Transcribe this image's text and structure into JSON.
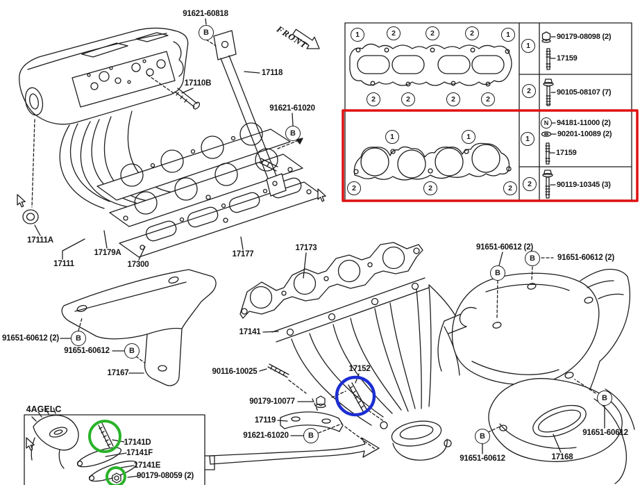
{
  "front_label": "FRONT",
  "box_label": "4AGELC",
  "markers": {
    "b": "B",
    "n": "N"
  },
  "highlights": {
    "red": "#e01111",
    "blue": "#1c2ed2",
    "green": "#2ab32a"
  },
  "part_labels": {
    "bolt_91621_60818": "91621-60818",
    "stud_17110B": "17110B",
    "stay_17118": "17118",
    "bolt_91621_61020_upper": "91621-61020",
    "ring_17111A": "17111A",
    "manifold_17111": "17111",
    "gasket_17179A": "17179A",
    "part_17300": "17300",
    "gasket_17177": "17177",
    "gasket_17173": "17173",
    "manifold_17141": "17141",
    "bolt_91651_60612_top_left": "91651-60612 (2)",
    "bolt_91651_60612_top_right": "91651-60612 (2)",
    "bolt_91651_60612_mid_left": "91651-60612 (2)",
    "bolt_91651_60612_mid_left2": "91651-60612",
    "shield_17167": "17167",
    "stud_90116_10025": "90116-10025",
    "nut_90179_10077": "90179-10077",
    "stud_17152": "17152",
    "bracket_17119": "17119",
    "bolt_91621_61020_lower": "91621-61020",
    "stud_17141D": "17141D",
    "plate_17141F": "17141F",
    "plate_17141E": "17141E",
    "nut_90179_08059": "90179-08059 (2)",
    "bolt_91651_60612_bot_left": "91651-60612",
    "shield_17168": "17168",
    "bolt_91651_60612_bot_right": "91651-60612"
  },
  "table": {
    "gasket_intake": {
      "top": [
        "1",
        "2",
        "2",
        "2",
        "1"
      ],
      "bottom": [
        "2",
        "2",
        "2",
        "2"
      ]
    },
    "gasket_exhaust": {
      "top": [
        "1",
        "1"
      ],
      "bottom": [
        "2",
        "2",
        "2"
      ]
    },
    "rows": [
      {
        "key": "1",
        "items": [
          {
            "icon": "nut-icon",
            "label": "90179-08098 (2)"
          },
          {
            "icon": "stud-icon",
            "label": "17159"
          }
        ]
      },
      {
        "key": "2",
        "items": [
          {
            "icon": "flange-bolt-icon",
            "label": "90105-08107 (7)"
          }
        ]
      },
      {
        "key": "1",
        "items": [
          {
            "icon": "n-circle-icon",
            "label": "94181-11000 (2)"
          },
          {
            "icon": "washer-icon",
            "label": "90201-10089 (2)"
          },
          {
            "icon": "stud-icon",
            "label": "17159"
          }
        ]
      },
      {
        "key": "2",
        "items": [
          {
            "icon": "flange-bolt-icon",
            "label": "90119-10345 (3)"
          }
        ]
      }
    ]
  }
}
